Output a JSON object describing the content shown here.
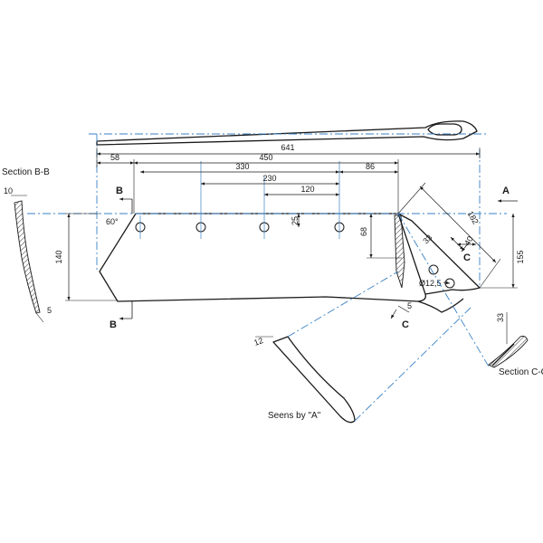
{
  "dimensions": {
    "overall_length": "641",
    "left_offset": "58",
    "hole_span_total": "450",
    "hole_span_330": "330",
    "hole_span_230": "230",
    "hole_span_120": "120",
    "right_offset": "86",
    "hole_height": "25",
    "angle": "60°",
    "height_140": "140",
    "height_68": "68",
    "height_155": "155",
    "diag_182": "182",
    "tip_33": "33",
    "tip_40": "40",
    "hole_diameter": "Ø12,5",
    "offset_5": "5",
    "bb_thickness": "10",
    "bb_bottom": "5",
    "view_a_12": "12",
    "cc_33": "33"
  },
  "labels": {
    "section_bb": "Section B-B",
    "section_cc": "Section C-C",
    "seen_by_a": "Seens by \"A\"",
    "marker_b": "B",
    "marker_a": "A",
    "marker_c": "C"
  }
}
